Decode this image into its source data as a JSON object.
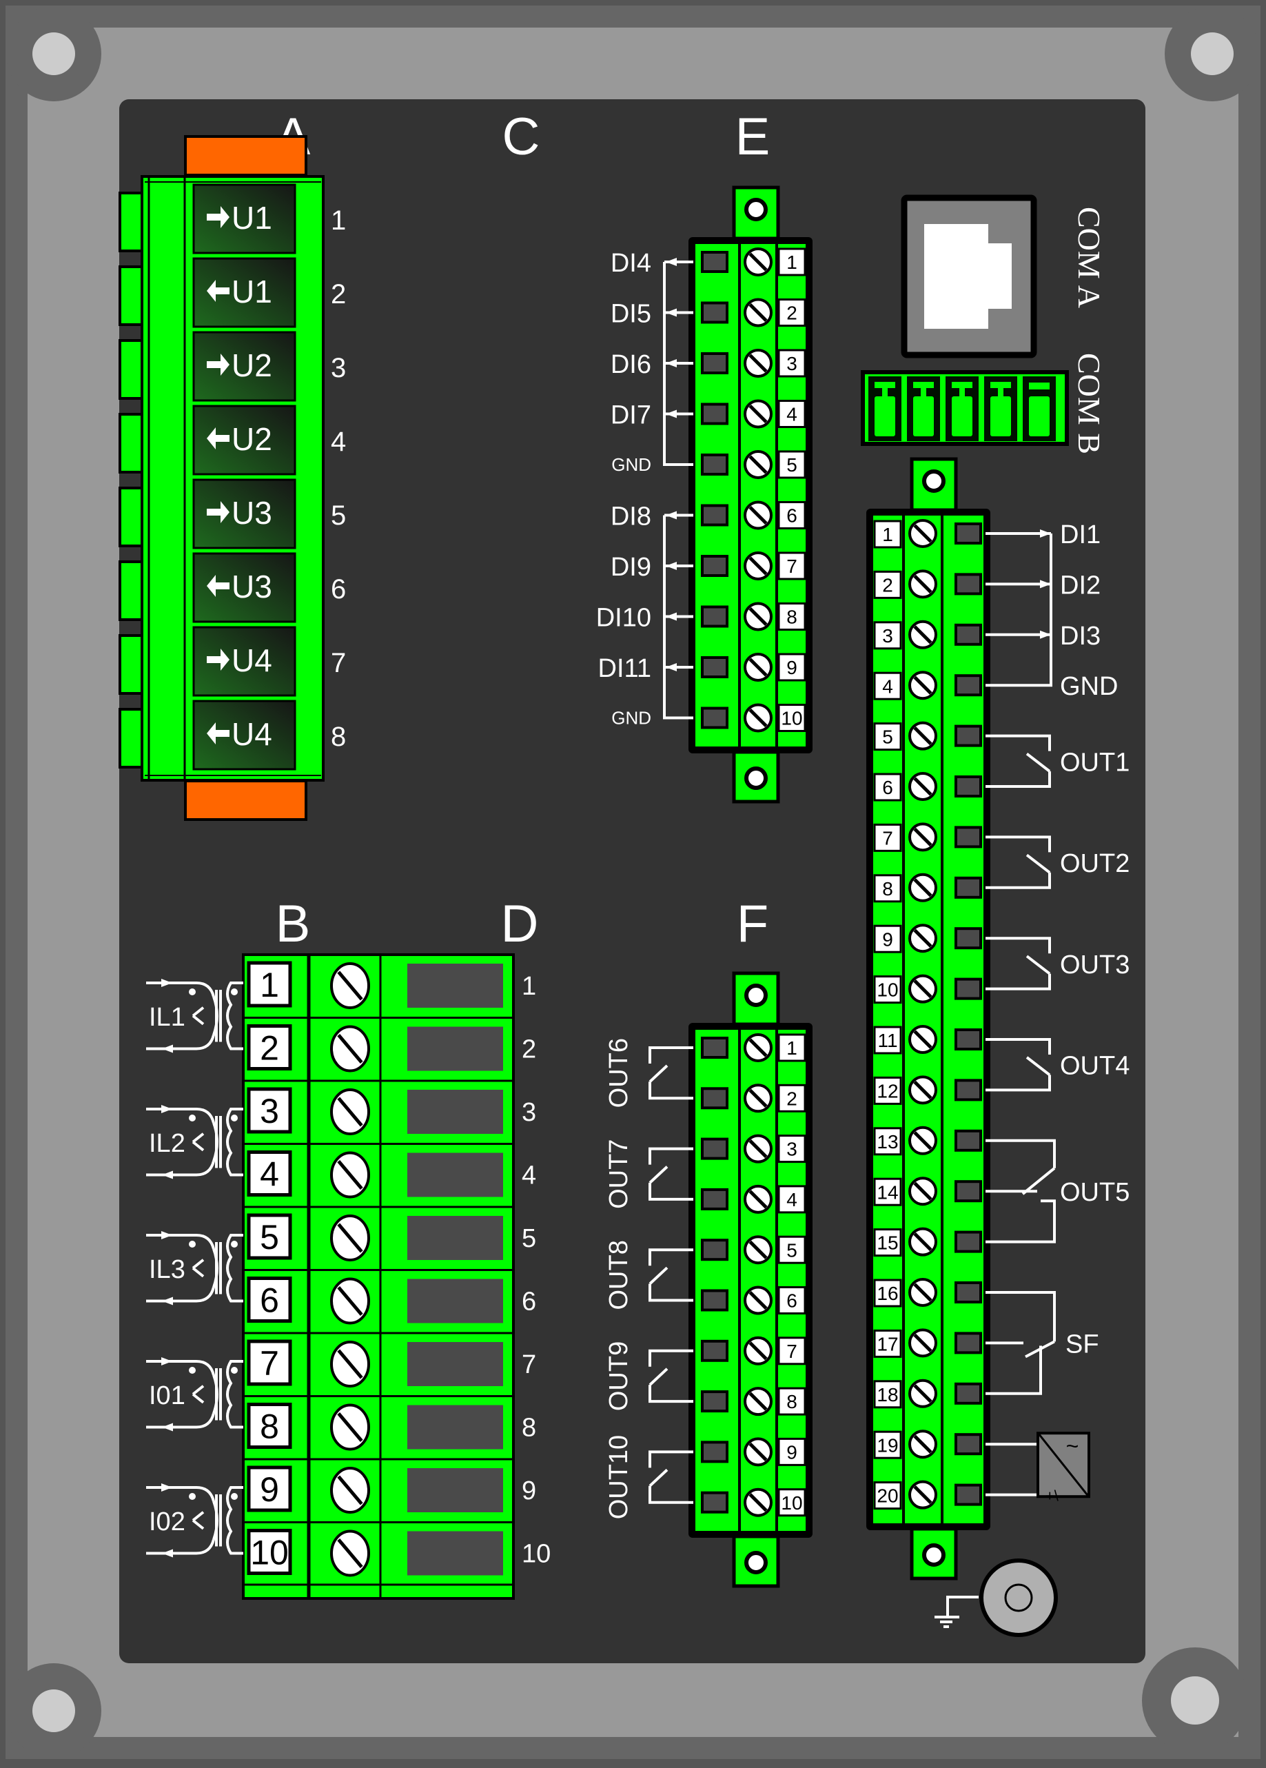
{
  "colors": {
    "frame_outer": "#555555",
    "frame_mid": "#666666",
    "frame_inner": "#999999",
    "panel": "#333333",
    "terminal_green": "#00ff00",
    "cap_orange": "#ff6600",
    "slot_dark": "#4a4a4a",
    "wire": "#ffffff"
  },
  "section_letters": {
    "A": "A",
    "B": "B",
    "C": "C",
    "D": "D",
    "E": "E",
    "F": "F"
  },
  "block_A": {
    "cells": [
      {
        "dir": "in",
        "label": "U1",
        "num": "1"
      },
      {
        "dir": "out",
        "label": "U1",
        "num": "2"
      },
      {
        "dir": "in",
        "label": "U2",
        "num": "3"
      },
      {
        "dir": "out",
        "label": "U2",
        "num": "4"
      },
      {
        "dir": "in",
        "label": "U3",
        "num": "5"
      },
      {
        "dir": "out",
        "label": "U3",
        "num": "6"
      },
      {
        "dir": "in",
        "label": "U4",
        "num": "7"
      },
      {
        "dir": "out",
        "label": "U4",
        "num": "8"
      }
    ]
  },
  "block_BD": {
    "terminals": [
      "1",
      "2",
      "3",
      "4",
      "5",
      "6",
      "7",
      "8",
      "9",
      "10"
    ],
    "right_numbers": [
      "1",
      "2",
      "3",
      "4",
      "5",
      "6",
      "7",
      "8",
      "9",
      "10"
    ],
    "transformers": [
      "IL1",
      "IL2",
      "IL3",
      "I01",
      "I02"
    ]
  },
  "block_E": {
    "terminals": [
      "1",
      "2",
      "3",
      "4",
      "5",
      "6",
      "7",
      "8",
      "9",
      "10"
    ],
    "signals": [
      "DI4",
      "DI5",
      "DI6",
      "DI7",
      "GND",
      "DI8",
      "DI9",
      "DI10",
      "DI11",
      "GND"
    ]
  },
  "block_F": {
    "terminals": [
      "1",
      "2",
      "3",
      "4",
      "5",
      "6",
      "7",
      "8",
      "9",
      "10"
    ],
    "outputs": [
      "OUT6",
      "OUT7",
      "OUT8",
      "OUT9",
      "OUT10"
    ]
  },
  "block_right": {
    "terminals": [
      "1",
      "2",
      "3",
      "4",
      "5",
      "6",
      "7",
      "8",
      "9",
      "10",
      "11",
      "12",
      "13",
      "14",
      "15",
      "16",
      "17",
      "18",
      "19",
      "20"
    ],
    "inputs": [
      "DI1",
      "DI2",
      "DI3",
      "GND"
    ],
    "outputs": [
      "OUT1",
      "OUT2",
      "OUT3",
      "OUT4",
      "OUT5"
    ],
    "fault": "SF",
    "power_symbol_ac": "~",
    "power_symbol_dc": "+\\-"
  },
  "com": {
    "label_a": "COM A",
    "label_b": "COM B"
  }
}
